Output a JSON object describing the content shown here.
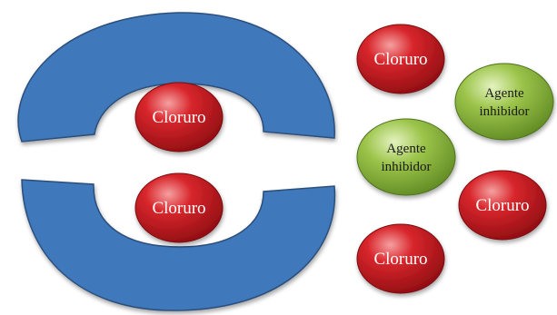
{
  "colors": {
    "shell_fill": "#3f78bc",
    "shell_stroke": "#2c4f7c",
    "chloride_fill": "#c2141c",
    "inhibitor_fill": "#8ab63b"
  },
  "diagram": {
    "chloride_label": "Cloruro",
    "inhibitor_label_line1": "Agente",
    "inhibitor_label_line2": "inhibidor"
  }
}
